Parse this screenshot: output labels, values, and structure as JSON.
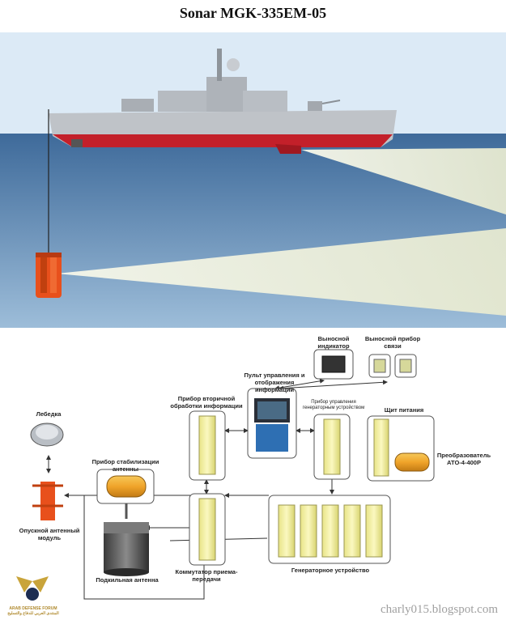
{
  "title": "Sonar MGK-335EM-05",
  "credit": "charly015.blogspot.com",
  "logo": {
    "lines": [
      "ARAB DEFENSE FORUM",
      "المنتدى العربي للدفاع والتسليح"
    ]
  },
  "colors": {
    "sky": "#dceaf6",
    "sea_top": "#4f79a6",
    "sea_bottom": "#8fb2d2",
    "beam": "#e9ecd6",
    "hull": "#c3202a",
    "unit": "#f4f0a0"
  },
  "components": {
    "lebedka": "Лебедка",
    "opusknoy": "Опускной антенный модуль",
    "stab": "Прибор стабилизации антенны",
    "podkil": "Подкильная антенна",
    "vtorich": "Прибор вторичной обработки информации",
    "kommutator": "Коммутатор приема-передачи",
    "pult": "Пульт управления и отображения информации",
    "vynos_ind": "Выносной индикатор",
    "vynos_svyaz": "Выносной прибор связи",
    "pribor_gen": "Прибор управления генераторным устройством",
    "shchit": "Щит питания",
    "preobraz": "Преобразователь АТО-4-400Р",
    "generator": "Генераторное устройство"
  }
}
